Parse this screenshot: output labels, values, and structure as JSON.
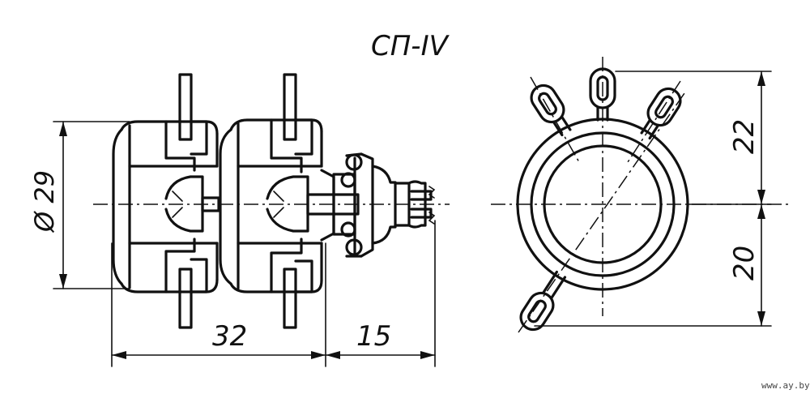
{
  "title": "СП-IV",
  "dimensions": {
    "diameter": "Ø 29",
    "body_length": "32",
    "shaft_length": "15",
    "top_height": "22",
    "bottom_height": "20"
  },
  "watermark": "www.ay.by",
  "colors": {
    "ink": "#111111",
    "paper": "#ffffff"
  }
}
